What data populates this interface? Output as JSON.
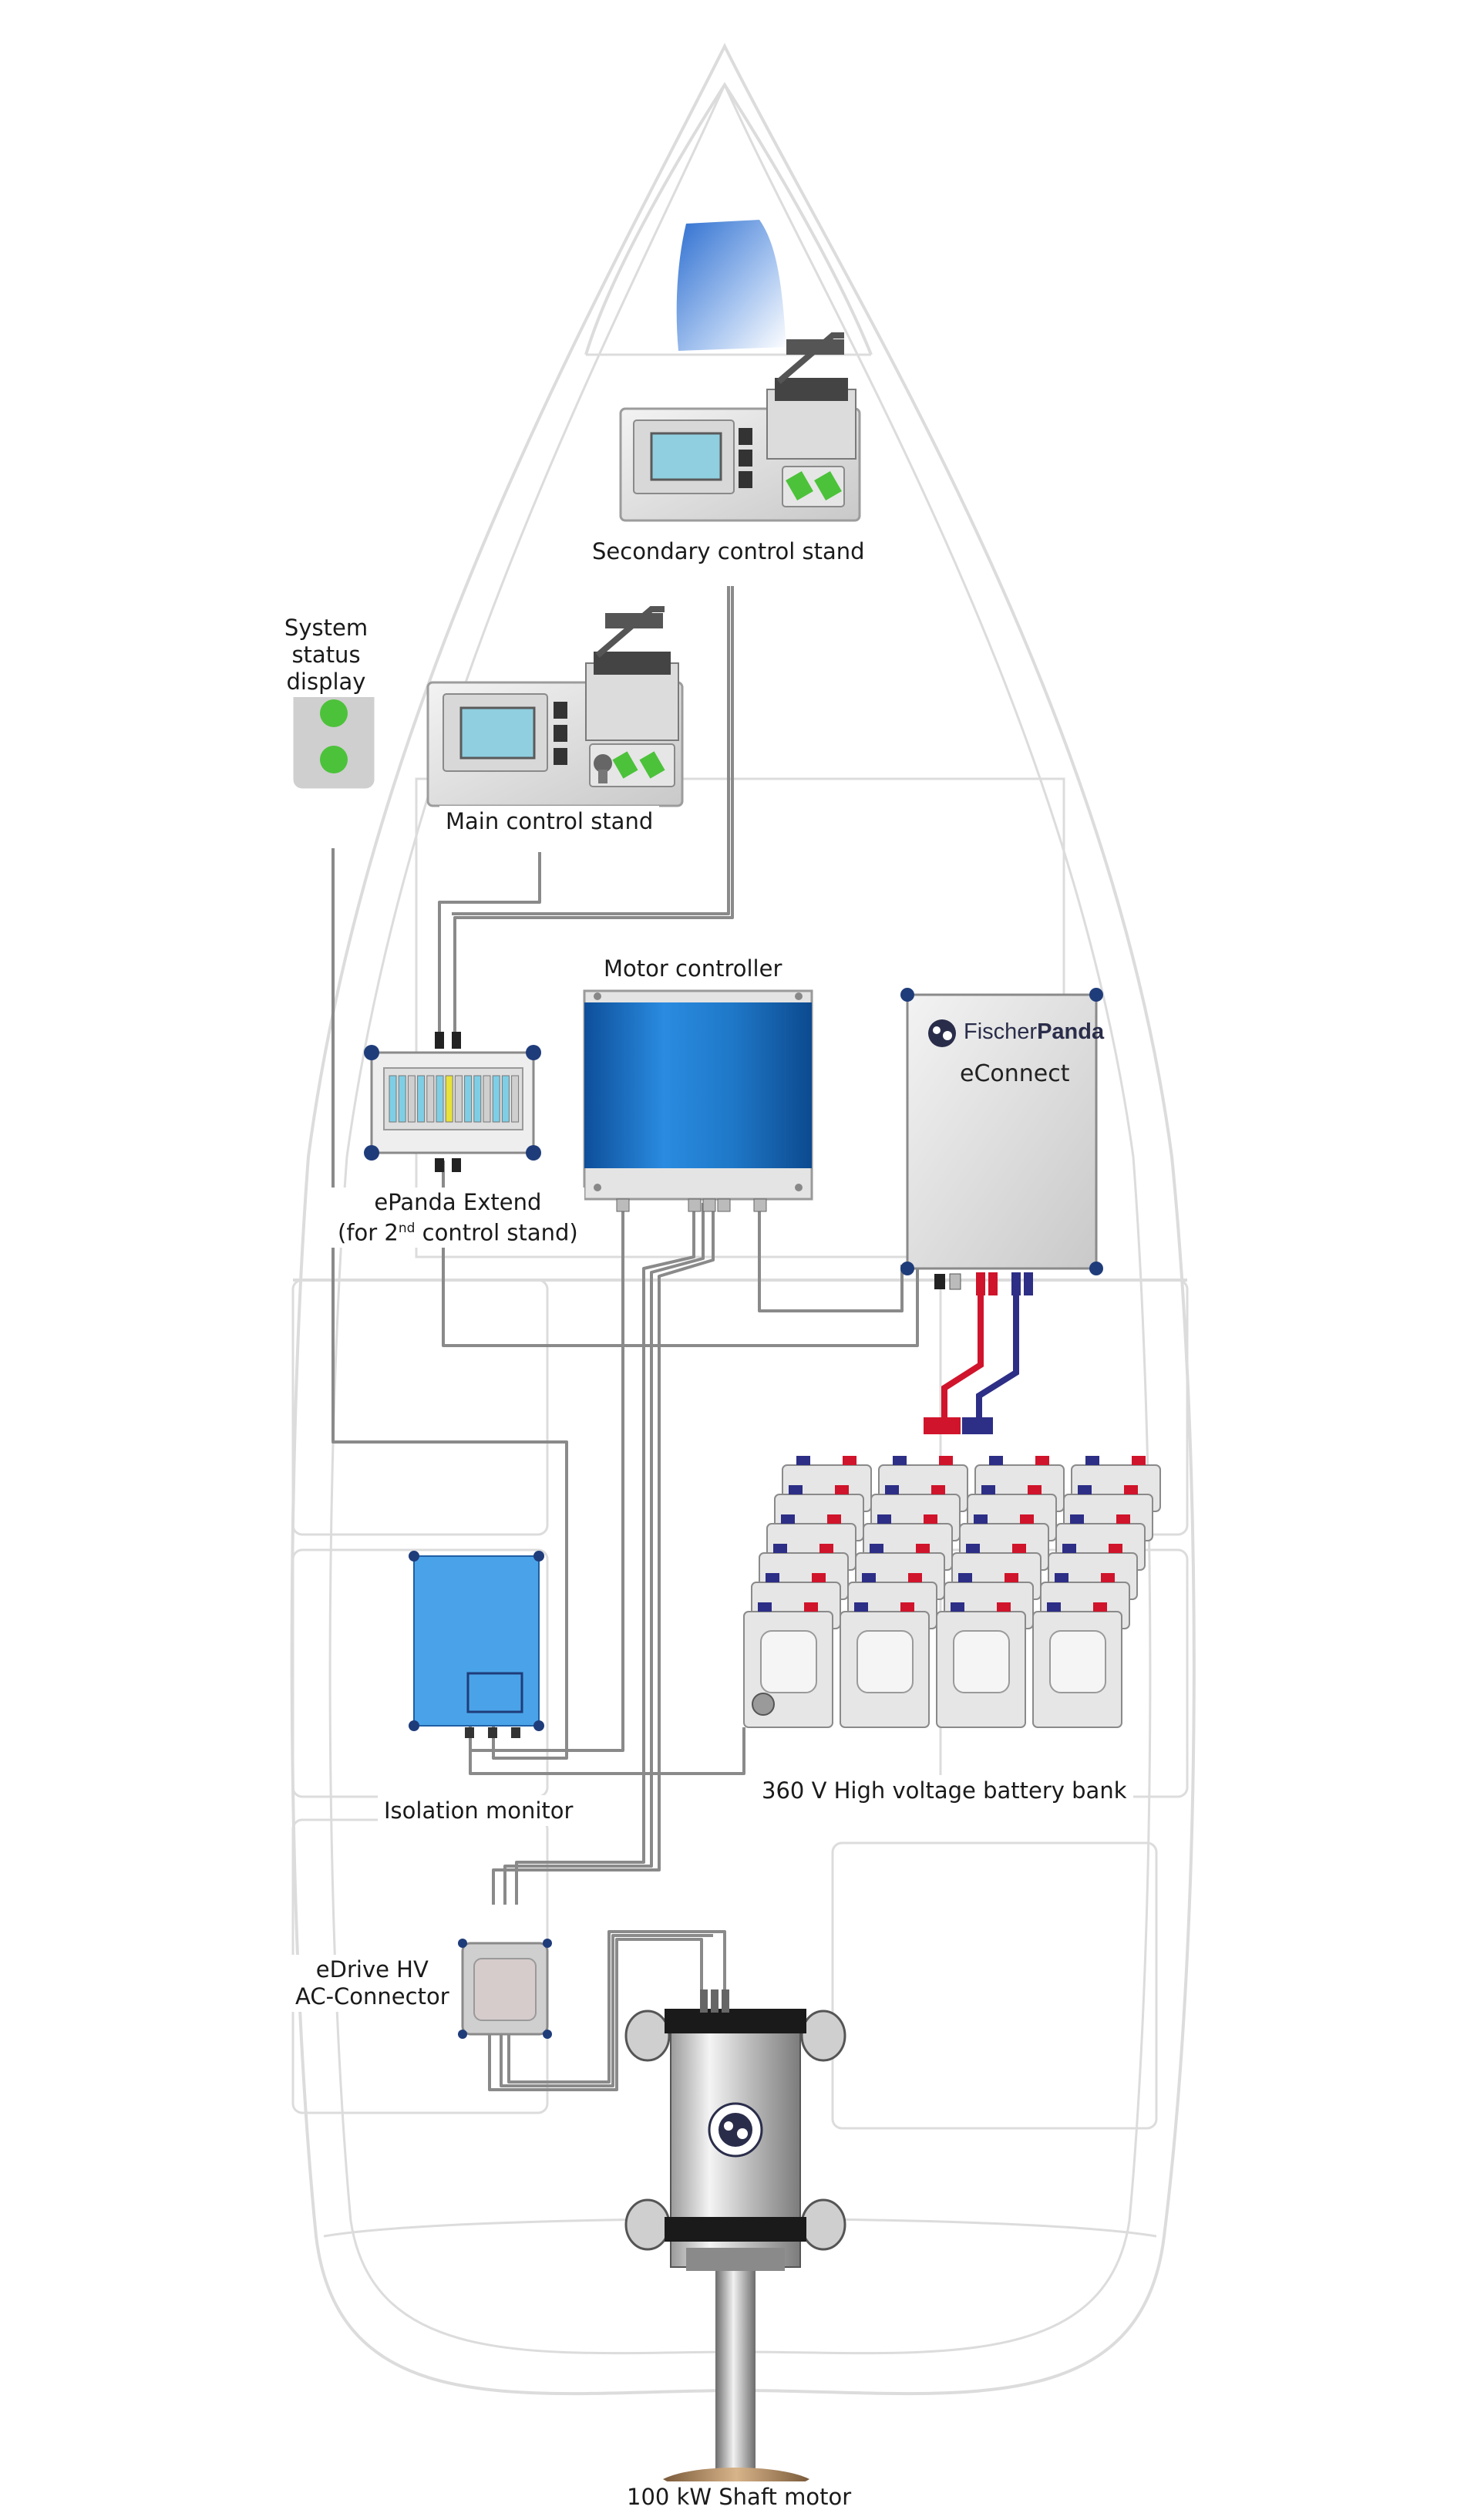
{
  "labels": {
    "secondary_stand": "Secondary control stand",
    "system_status": "System status display",
    "main_stand": "Main control stand",
    "motor_controller": "Motor controller",
    "econnect": "eConnect",
    "epanda_line1": "ePanda Extend",
    "epanda_line2_pre": "(for 2",
    "epanda_line2_sup": "nd",
    "epanda_line2_post": " control stand)",
    "battery_bank": "360 V High voltage battery bank",
    "isolation_monitor": "Isolation monitor",
    "ac_connector_line1": "eDrive HV",
    "ac_connector_line2": "AC-Connector",
    "shaft_motor": "100 kW Shaft motor"
  },
  "brand": {
    "part1": "Fischer",
    "part2": "Panda"
  },
  "icons": [
    "fischer-panda-logo",
    "panda-head-icon",
    "key-switch-icon",
    "green-led-icon"
  ],
  "colors": {
    "hull_outline": "#dadada",
    "cable": "#8a8a8a",
    "hv_positive": "#d0142b",
    "hv_negative": "#2d2e86",
    "motor_controller_blue": "#1f78c8",
    "isolation_blue": "#4aa3e8",
    "led_green": "#4cc23a"
  }
}
